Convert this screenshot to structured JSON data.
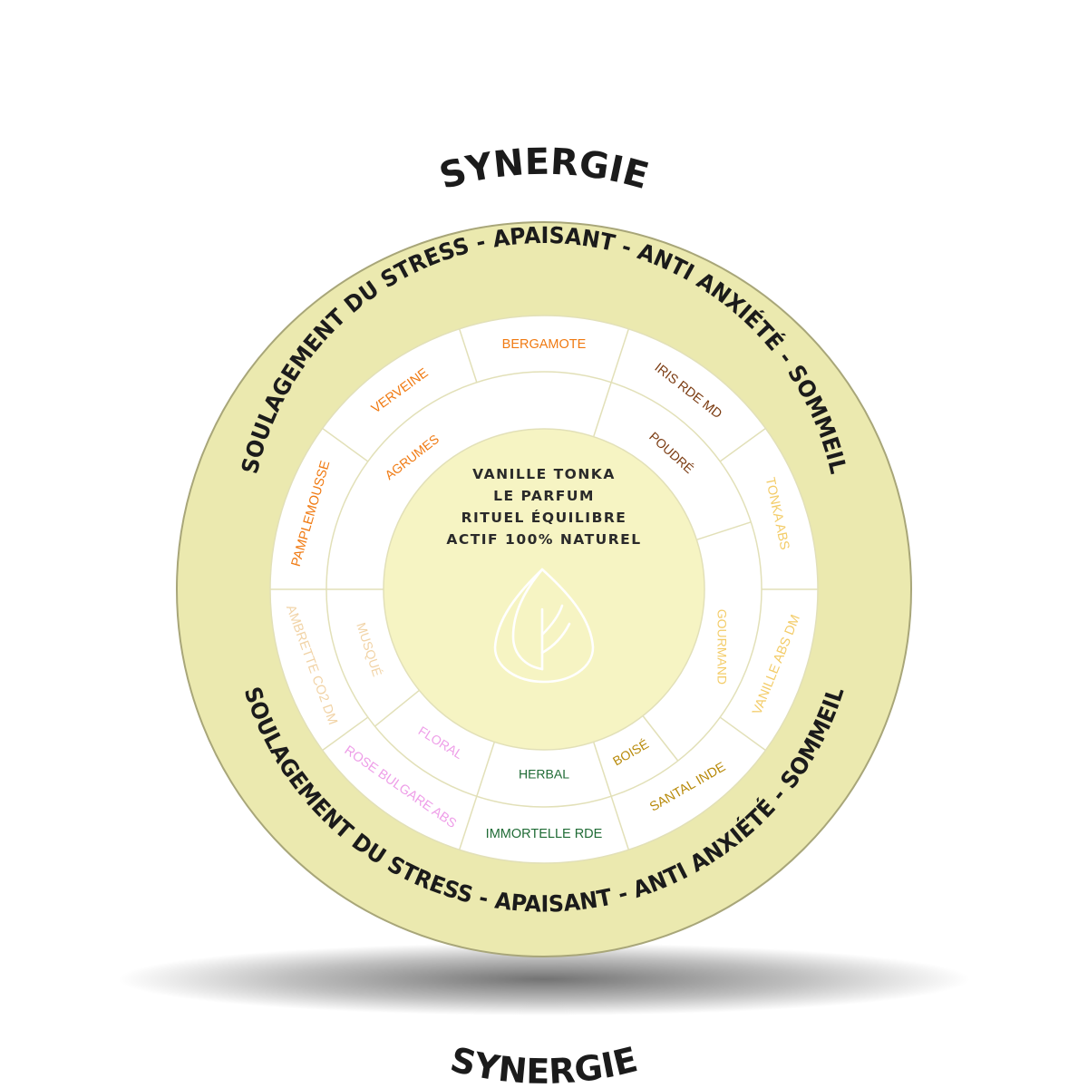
{
  "titles": {
    "top": "SYNERGIE",
    "bottom": "SYNERGIE"
  },
  "benefits": {
    "top": "SOULAGEMENT DU STRESS - APAISANT - ANTI ANXIÉTÉ - SOMMEIL",
    "bottom": "SOULAGEMENT DU STRESS - APAISANT - ANTI ANXIÉTÉ - SOMMEIL"
  },
  "center": {
    "lines": [
      "VANILLE TONKA",
      "LE PARFUM",
      "RITUEL ÉQUILIBRE",
      "ACTIF 100% NATUREL"
    ],
    "icon": "leaf-logo-icon"
  },
  "families": [
    {
      "label": "AGRUMES",
      "color": "#f07a12"
    },
    {
      "label": "POUDRÉ",
      "color": "#7a3a10"
    },
    {
      "label": "GOURMAND",
      "color": "#f3cc68"
    },
    {
      "label": "BOISÉ",
      "color": "#b88a0a"
    },
    {
      "label": "HERBAL",
      "color": "#1f6b35"
    },
    {
      "label": "FLORAL",
      "color": "#ee9ee8"
    },
    {
      "label": "MUSQUÉ",
      "color": "#f1d3a6"
    }
  ],
  "ingredients": [
    {
      "label": "BERGAMOTE",
      "color": "#f07a12"
    },
    {
      "label": "IRIS RDE MD",
      "color": "#7a3a10"
    },
    {
      "label": "TONKA ABS",
      "color": "#f3cc68"
    },
    {
      "label": "VANILLE ABS DM",
      "color": "#f3cc68"
    },
    {
      "label": "SANTAL INDE",
      "color": "#b88a0a"
    },
    {
      "label": "IMMORTELLE RDE",
      "color": "#1f6b35"
    },
    {
      "label": "ROSE BULGARE ABS",
      "color": "#ee9ee8"
    },
    {
      "label": "AMBRETTE CO2 DM",
      "color": "#f1d3a6"
    },
    {
      "label": "PAMPLEMOUSSE",
      "color": "#f07a12"
    },
    {
      "label": "VERVEINE",
      "color": "#f07a12"
    }
  ],
  "colors": {
    "outer_ring": "#ebe9af",
    "outer_border": "#a8a679",
    "wheel_fill": "#ffffff",
    "center_fill": "#f6f4c3",
    "divider": "#e2e0b8"
  }
}
